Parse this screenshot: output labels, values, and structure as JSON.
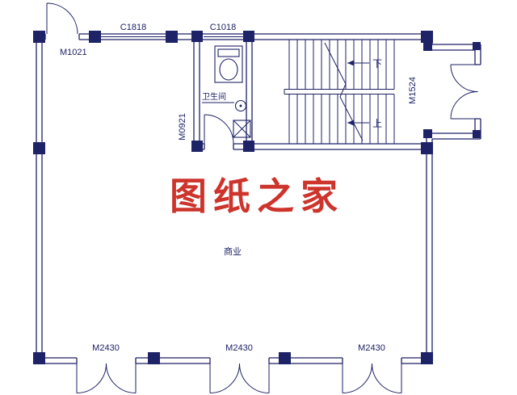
{
  "plan": {
    "watermark": {
      "text": "图纸之家",
      "color": "#c9231a"
    },
    "rooms": {
      "main": "商业",
      "bathroom": "卫生间"
    },
    "stairs": {
      "down": "下",
      "up": "上"
    },
    "openings": {
      "m1021": "M1021",
      "c1818": "C1818",
      "c1018": "C1018",
      "m0921": "M0921",
      "m1524": "M1524",
      "m2430_1": "M2430",
      "m2430_2": "M2430",
      "m2430_3": "M2430"
    }
  },
  "colors": {
    "line": "#1e2266",
    "background": "#ffffff"
  }
}
